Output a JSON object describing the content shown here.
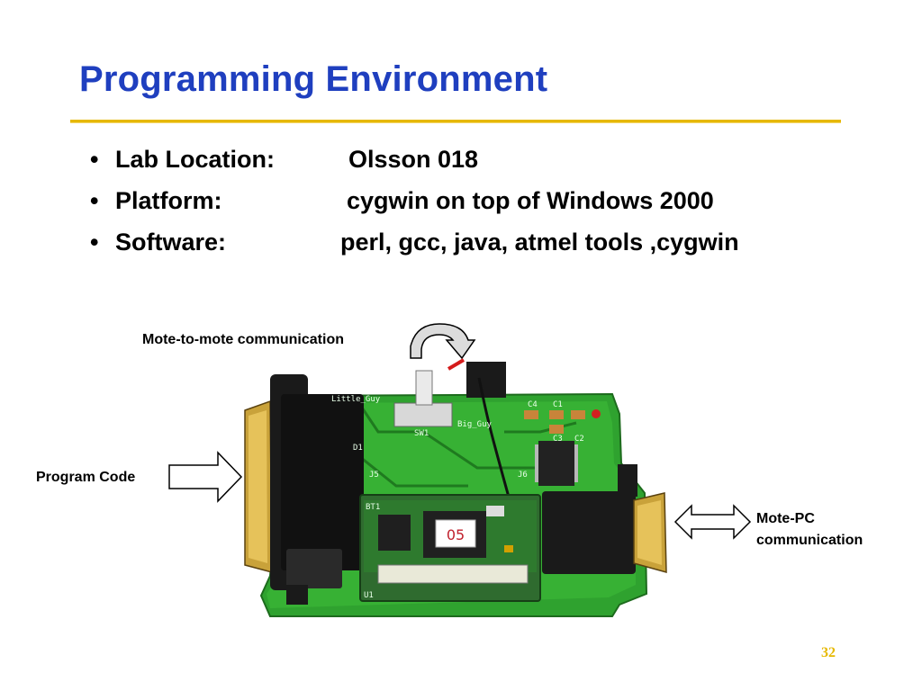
{
  "slide": {
    "title": "Programming Environment",
    "page_number": "32",
    "rule_color": "#e6b800",
    "title_color": "#1f3fbf"
  },
  "bullets": [
    {
      "label": "Lab Location:",
      "value": "Olsson 018"
    },
    {
      "label": "Platform:",
      "value": "cygwin on top of Windows 2000"
    },
    {
      "label": "Software:",
      "value": "perl, gcc, java, atmel tools ,cygwin"
    }
  ],
  "callouts": {
    "mote_to_mote": "Mote-to-mote communication",
    "program_code": "Program Code",
    "mote_pc": [
      "Mote-PC",
      "communication"
    ]
  },
  "board": {
    "chip_label": "05",
    "silkscreen": [
      "Little_Guy",
      "Big_Guy",
      "SW1",
      "J5",
      "J6",
      "C4",
      "C1",
      "C3",
      "C2",
      "BT1",
      "U1",
      "D1"
    ]
  },
  "icons": [
    "bullet-dot",
    "curved-arrow-icon",
    "right-arrow-icon",
    "double-arrow-icon"
  ]
}
